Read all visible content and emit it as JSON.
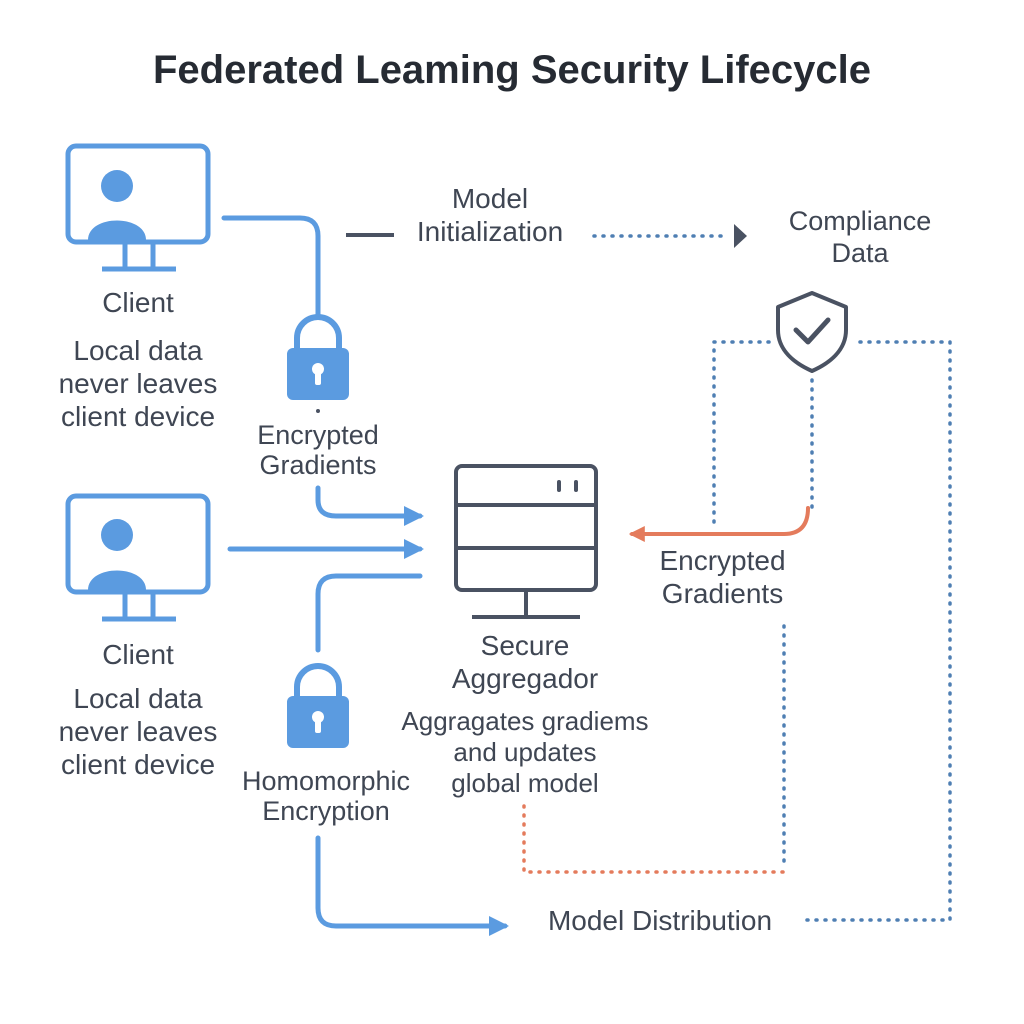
{
  "title": "Federated Leaming Security Lifecycle",
  "clients": [
    {
      "label": "Client",
      "note": [
        "Local data",
        "never leaves",
        "client device"
      ]
    },
    {
      "label": "Client",
      "note": [
        "Local data",
        "never leaves",
        "client device"
      ]
    }
  ],
  "locks": [
    {
      "label": [
        "Encrypted",
        "Gradients"
      ]
    },
    {
      "label": [
        "Homomorphic",
        "Encryption"
      ]
    }
  ],
  "model_init": [
    "Model",
    "Initialization"
  ],
  "compliance": [
    "Compliance",
    "Data"
  ],
  "aggregator": {
    "label": [
      "Secure",
      "Aggregador"
    ],
    "desc": [
      "Aggragates gradiems",
      "and updates",
      "global model"
    ]
  },
  "return_gradients": [
    "Encrypted",
    "Gradients"
  ],
  "model_distribution": "Model Distribution",
  "colors": {
    "accent_blue": "#5b9be0",
    "dotted_blue": "#4f7fb3",
    "orange": "#e47b5c",
    "dark": "#4a5262"
  },
  "icons": [
    "client-monitor-icon",
    "padlock-icon",
    "server-icon",
    "shield-check-icon",
    "arrow-icon"
  ]
}
